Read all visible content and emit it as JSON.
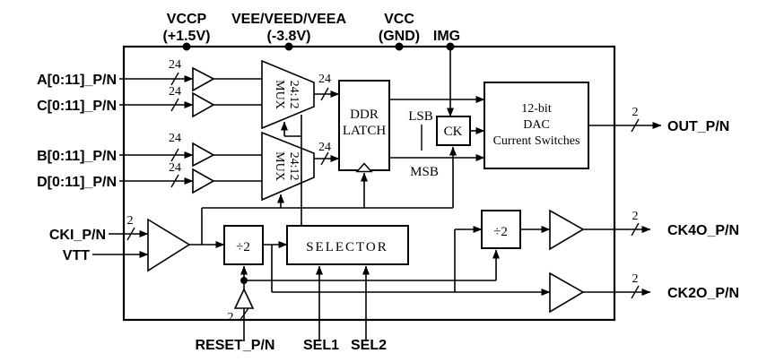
{
  "power_rail": {
    "vccp": {
      "name": "VCCP",
      "note": "(+1.5V)"
    },
    "vee": {
      "name": "VEE/VEED/VEEA",
      "note": "(-3.8V)"
    },
    "vcc": {
      "name": "VCC",
      "note": "(GND)"
    },
    "img": {
      "name": "IMG"
    }
  },
  "inputs": {
    "a": "A[0:11]_P/N",
    "c": "C[0:11]_P/N",
    "b": "B[0:11]_P/N",
    "d": "D[0:11]_P/N",
    "cki": "CKI_P/N",
    "vtt": "VTT"
  },
  "outputs": {
    "out": "OUT_P/N",
    "ck4o": "CK4O_P/N",
    "ck2o": "CK2O_P/N"
  },
  "bottom_pins": {
    "reset": "RESET_P/N",
    "sel1": "SEL1",
    "sel2": "SEL2"
  },
  "blocks": {
    "mux": {
      "line1": "24:12",
      "line2": "MUX"
    },
    "latch": {
      "line1": "DDR",
      "line2": "LATCH"
    },
    "ck": "CK",
    "dac": {
      "line1": "12-bit",
      "line2": "DAC",
      "line3": "Current Switches"
    },
    "divider": "÷2",
    "selector": "SELECTOR"
  },
  "bus_widths": {
    "data": "24",
    "pair": "2"
  },
  "net_labels": {
    "lsb": "LSB",
    "msb": "MSB"
  },
  "colors": {
    "ink": "#000000",
    "background": "#ffffff"
  }
}
